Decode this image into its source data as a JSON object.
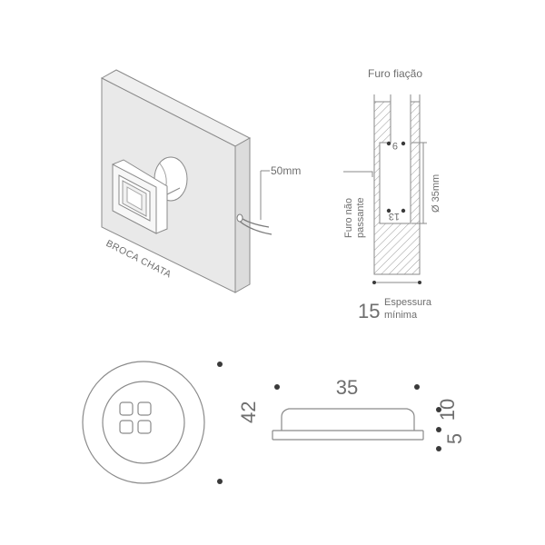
{
  "install_view": {
    "tool_label": "BROCA CHATA",
    "depth_label": "50mm"
  },
  "section_view": {
    "wiring_hole_label": "Furo fiação",
    "blind_hole_label_line1": "Furo não",
    "blind_hole_label_line2": "passante",
    "top_dim": "9",
    "bottom_dim": "13",
    "diameter_label": "Ø 35mm",
    "thickness_value": "15",
    "thickness_label_line1": "Espessura",
    "thickness_label_line2": "mínima"
  },
  "front_view": {
    "diameter_dim": "42"
  },
  "side_view": {
    "width_dim": "35",
    "total_height_dim": "10",
    "flange_height_dim": "5"
  },
  "colors": {
    "line": "#8a8a8a",
    "wall_face": "#e9e9e9",
    "wall_side": "#dcdcdc",
    "dot": "#3a3a3a",
    "text": "#6e6e6e"
  }
}
